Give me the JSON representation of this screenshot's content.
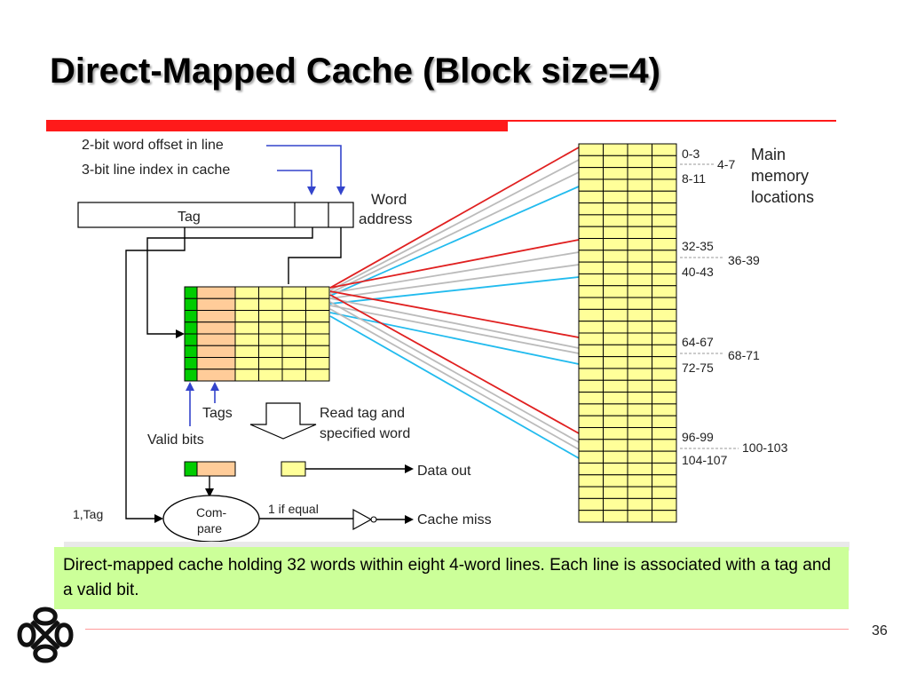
{
  "slide": {
    "title": "Direct-Mapped Cache (Block size=4)",
    "page_number": "36",
    "caption": "Direct-mapped cache holding 32 words within eight 4-word lines. Each line is associated with a tag and a valid bit."
  },
  "diagram": {
    "offset_label": "2-bit word offset in line",
    "index_label": "3-bit line index in cache",
    "tag_field": "Tag",
    "word_label": "Word",
    "address_label": "address",
    "tags_label": "Tags",
    "valid_bits_label": "Valid bits",
    "read_tag_1": "Read tag and",
    "read_tag_2": "specified word",
    "data_out": "Data out",
    "one_tag": "1,Tag",
    "compare_1": "Com-",
    "compare_2": "pare",
    "if_equal": "1 if equal",
    "cache_miss": "Cache miss",
    "main_1": "Main",
    "main_2": "memory",
    "main_3": "locations",
    "mem_labels": {
      "l0_3": "0-3",
      "l4_7": "4-7",
      "l8_11": "8-11",
      "l32_35": "32-35",
      "l36_39": "36-39",
      "l40_43": "40-43",
      "l64_67": "64-67",
      "l68_71": "68-71",
      "l72_75": "72-75",
      "l96_99": "96-99",
      "l100_103": "100-103",
      "l104_107": "104-107"
    }
  },
  "colors": {
    "accent_red": "#ff1a1a",
    "memory_fill": "#ffff99",
    "valid_green": "#00cc00",
    "tag_peach": "#ffcc99",
    "line_red": "#e02020",
    "line_gray": "#bbbbbb",
    "line_cyan": "#22bbee",
    "arrow_blue": "#3344cc",
    "caption_bg": "#ccff99"
  }
}
